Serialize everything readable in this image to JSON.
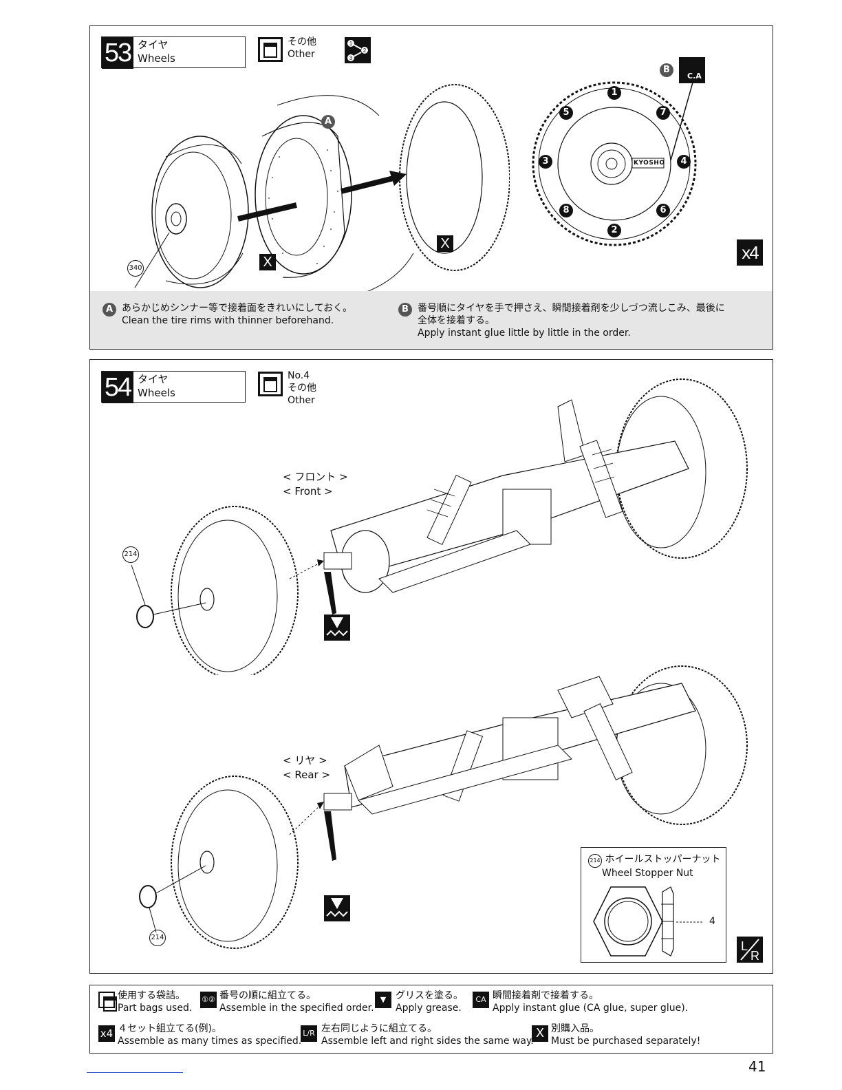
{
  "step53": {
    "number": "53",
    "title_jp": "タイヤ",
    "title_en": "Wheels",
    "bag_jp": "その他",
    "bag_en": "Other",
    "order_icon": "assemble-order-icon",
    "part_id": "340",
    "label_a": "A",
    "label_b": "B",
    "label_x": "X",
    "ca_label": "C.A",
    "multiplier": "x4",
    "order_numbers": [
      "1",
      "2",
      "3",
      "4",
      "5",
      "6",
      "7",
      "8"
    ],
    "brand_text": "KYOSHO",
    "note_a_jp": "あらかじめシンナー等で接着面をきれいにしておく。",
    "note_a_en": "Clean the tire rims with thinner beforehand.",
    "note_b_jp1": "番号順にタイヤを手で押さえ、瞬間接着剤を少しづつ流しこみ、最後に",
    "note_b_jp2": "全体を接着する。",
    "note_b_en": "Apply instant glue little by little in the order."
  },
  "step54": {
    "number": "54",
    "title_jp": "タイヤ",
    "title_en": "Wheels",
    "bag_no": "No.4",
    "bag_jp": "その他",
    "bag_en": "Other",
    "front_jp": "< フロント >",
    "front_en": "< Front >",
    "rear_jp": "< リヤ >",
    "rear_en": "< Rear >",
    "part_id": "214",
    "inset_title_jp": "ホイールストッパーナット",
    "inset_title_en": "Wheel Stopper Nut",
    "inset_dim": "4",
    "lr_label": "L/R"
  },
  "legend": {
    "bags_jp": "使用する袋詰。",
    "bags_en": "Part bags used.",
    "order_jp": "番号の順に組立てる。",
    "order_en": "Assemble in the specified order.",
    "grease_jp": "グリスを塗る。",
    "grease_en": "Apply grease.",
    "glue_jp": "瞬間接着剤で接着する。",
    "glue_en": "Apply instant glue (CA glue, super glue).",
    "x4_label": "x4",
    "x4_jp": "４セット組立てる(例)。",
    "x4_en": "Assemble as many times as specified.",
    "lr_jp": "左右同じように組立てる。",
    "lr_en": "Assemble left and right sides the same way.",
    "x_label": "X",
    "x_jp": "別購入品。",
    "x_en": "Must be purchased separately!"
  },
  "page_number": "41",
  "colors": {
    "ink": "#111111",
    "note_bg": "#e6e6e6",
    "link_line": "#3355cc"
  }
}
